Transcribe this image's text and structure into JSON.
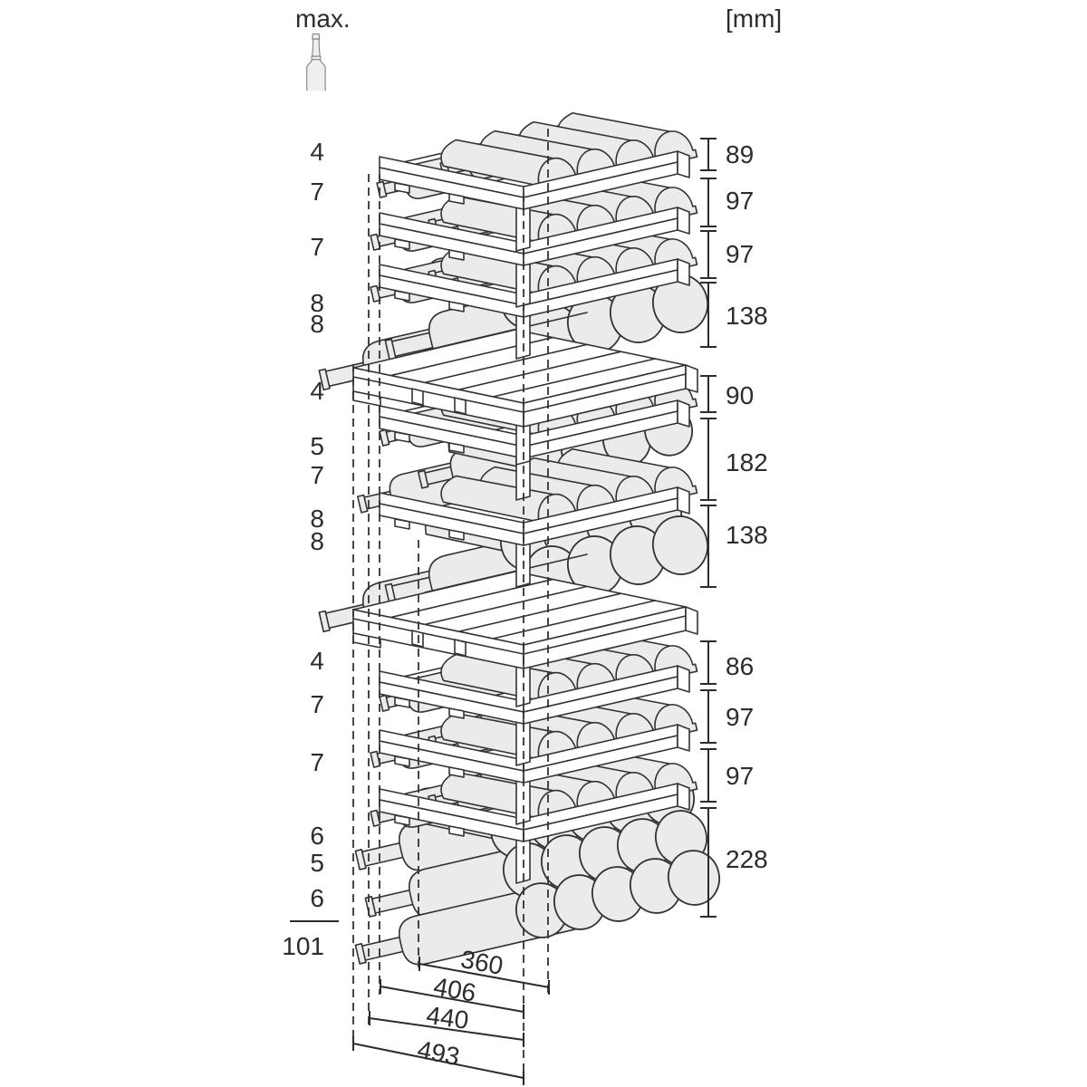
{
  "header": {
    "max_label": "max.",
    "unit_label": "[mm]",
    "icon": "wine-bottle-icon"
  },
  "counts": {
    "values": [
      "4",
      "7",
      "7",
      "8",
      "8",
      "4",
      "5",
      "7",
      "8",
      "8",
      "4",
      "7",
      "7",
      "6",
      "5",
      "6"
    ],
    "total": "101"
  },
  "heights": [
    "89",
    "97",
    "97",
    "138",
    "90",
    "182",
    "138",
    "86",
    "97",
    "97",
    "228"
  ],
  "depths": [
    "360",
    "406",
    "440",
    "493"
  ],
  "colors": {
    "line": "#333333",
    "dim": "#2c2c2c",
    "bottle": "#ebebeb",
    "white": "#ffffff",
    "text": "#2c2c2c",
    "bg": "#ffffff"
  }
}
